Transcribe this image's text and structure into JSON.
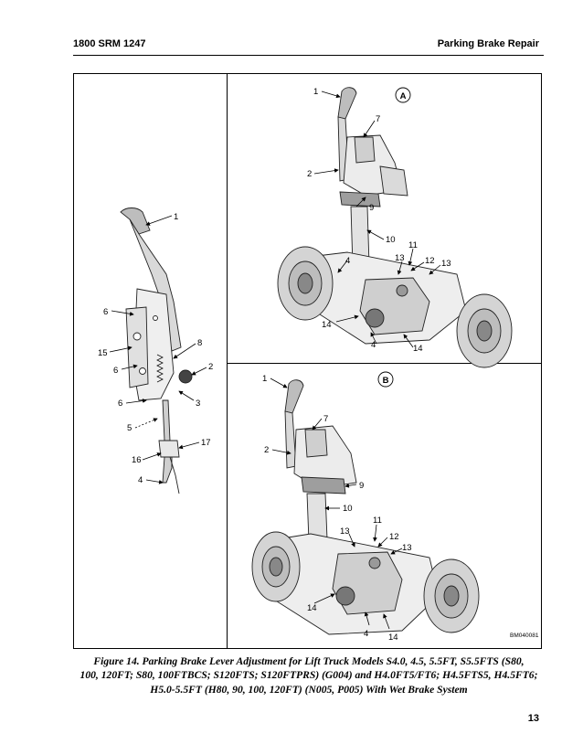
{
  "header": {
    "manual_id": "1800 SRM 1247",
    "section_title": "Parking Brake Repair"
  },
  "figure": {
    "view_a_label": "A",
    "view_b_label": "B",
    "drawing_code": "BM040081",
    "left_callouts": [
      "1",
      "6",
      "15",
      "6",
      "8",
      "2",
      "3",
      "6",
      "5",
      "17",
      "16",
      "4"
    ],
    "view_a_callouts": [
      "1",
      "7",
      "2",
      "9",
      "10",
      "4",
      "11",
      "13",
      "12",
      "13",
      "14",
      "4",
      "14"
    ],
    "view_b_callouts": [
      "1",
      "7",
      "2",
      "9",
      "10",
      "11",
      "13",
      "12",
      "13",
      "14",
      "4",
      "14"
    ],
    "caption_line1": "Figure 14. Parking Brake Lever Adjustment for Lift Truck Models S4.0, 4.5, 5.5FT, S5.5FTS (S80,",
    "caption_line2": "100, 120FT; S80, 100FTBCS; S120FTS; S120FTPRS) (G004) and H4.0FT5/FT6; H4.5FTS5, H4.5FT6;",
    "caption_line3": "H5.0-5.5FT (H80, 90, 100, 120FT) (N005, P005) With Wet Brake System"
  },
  "page_number": "13"
}
